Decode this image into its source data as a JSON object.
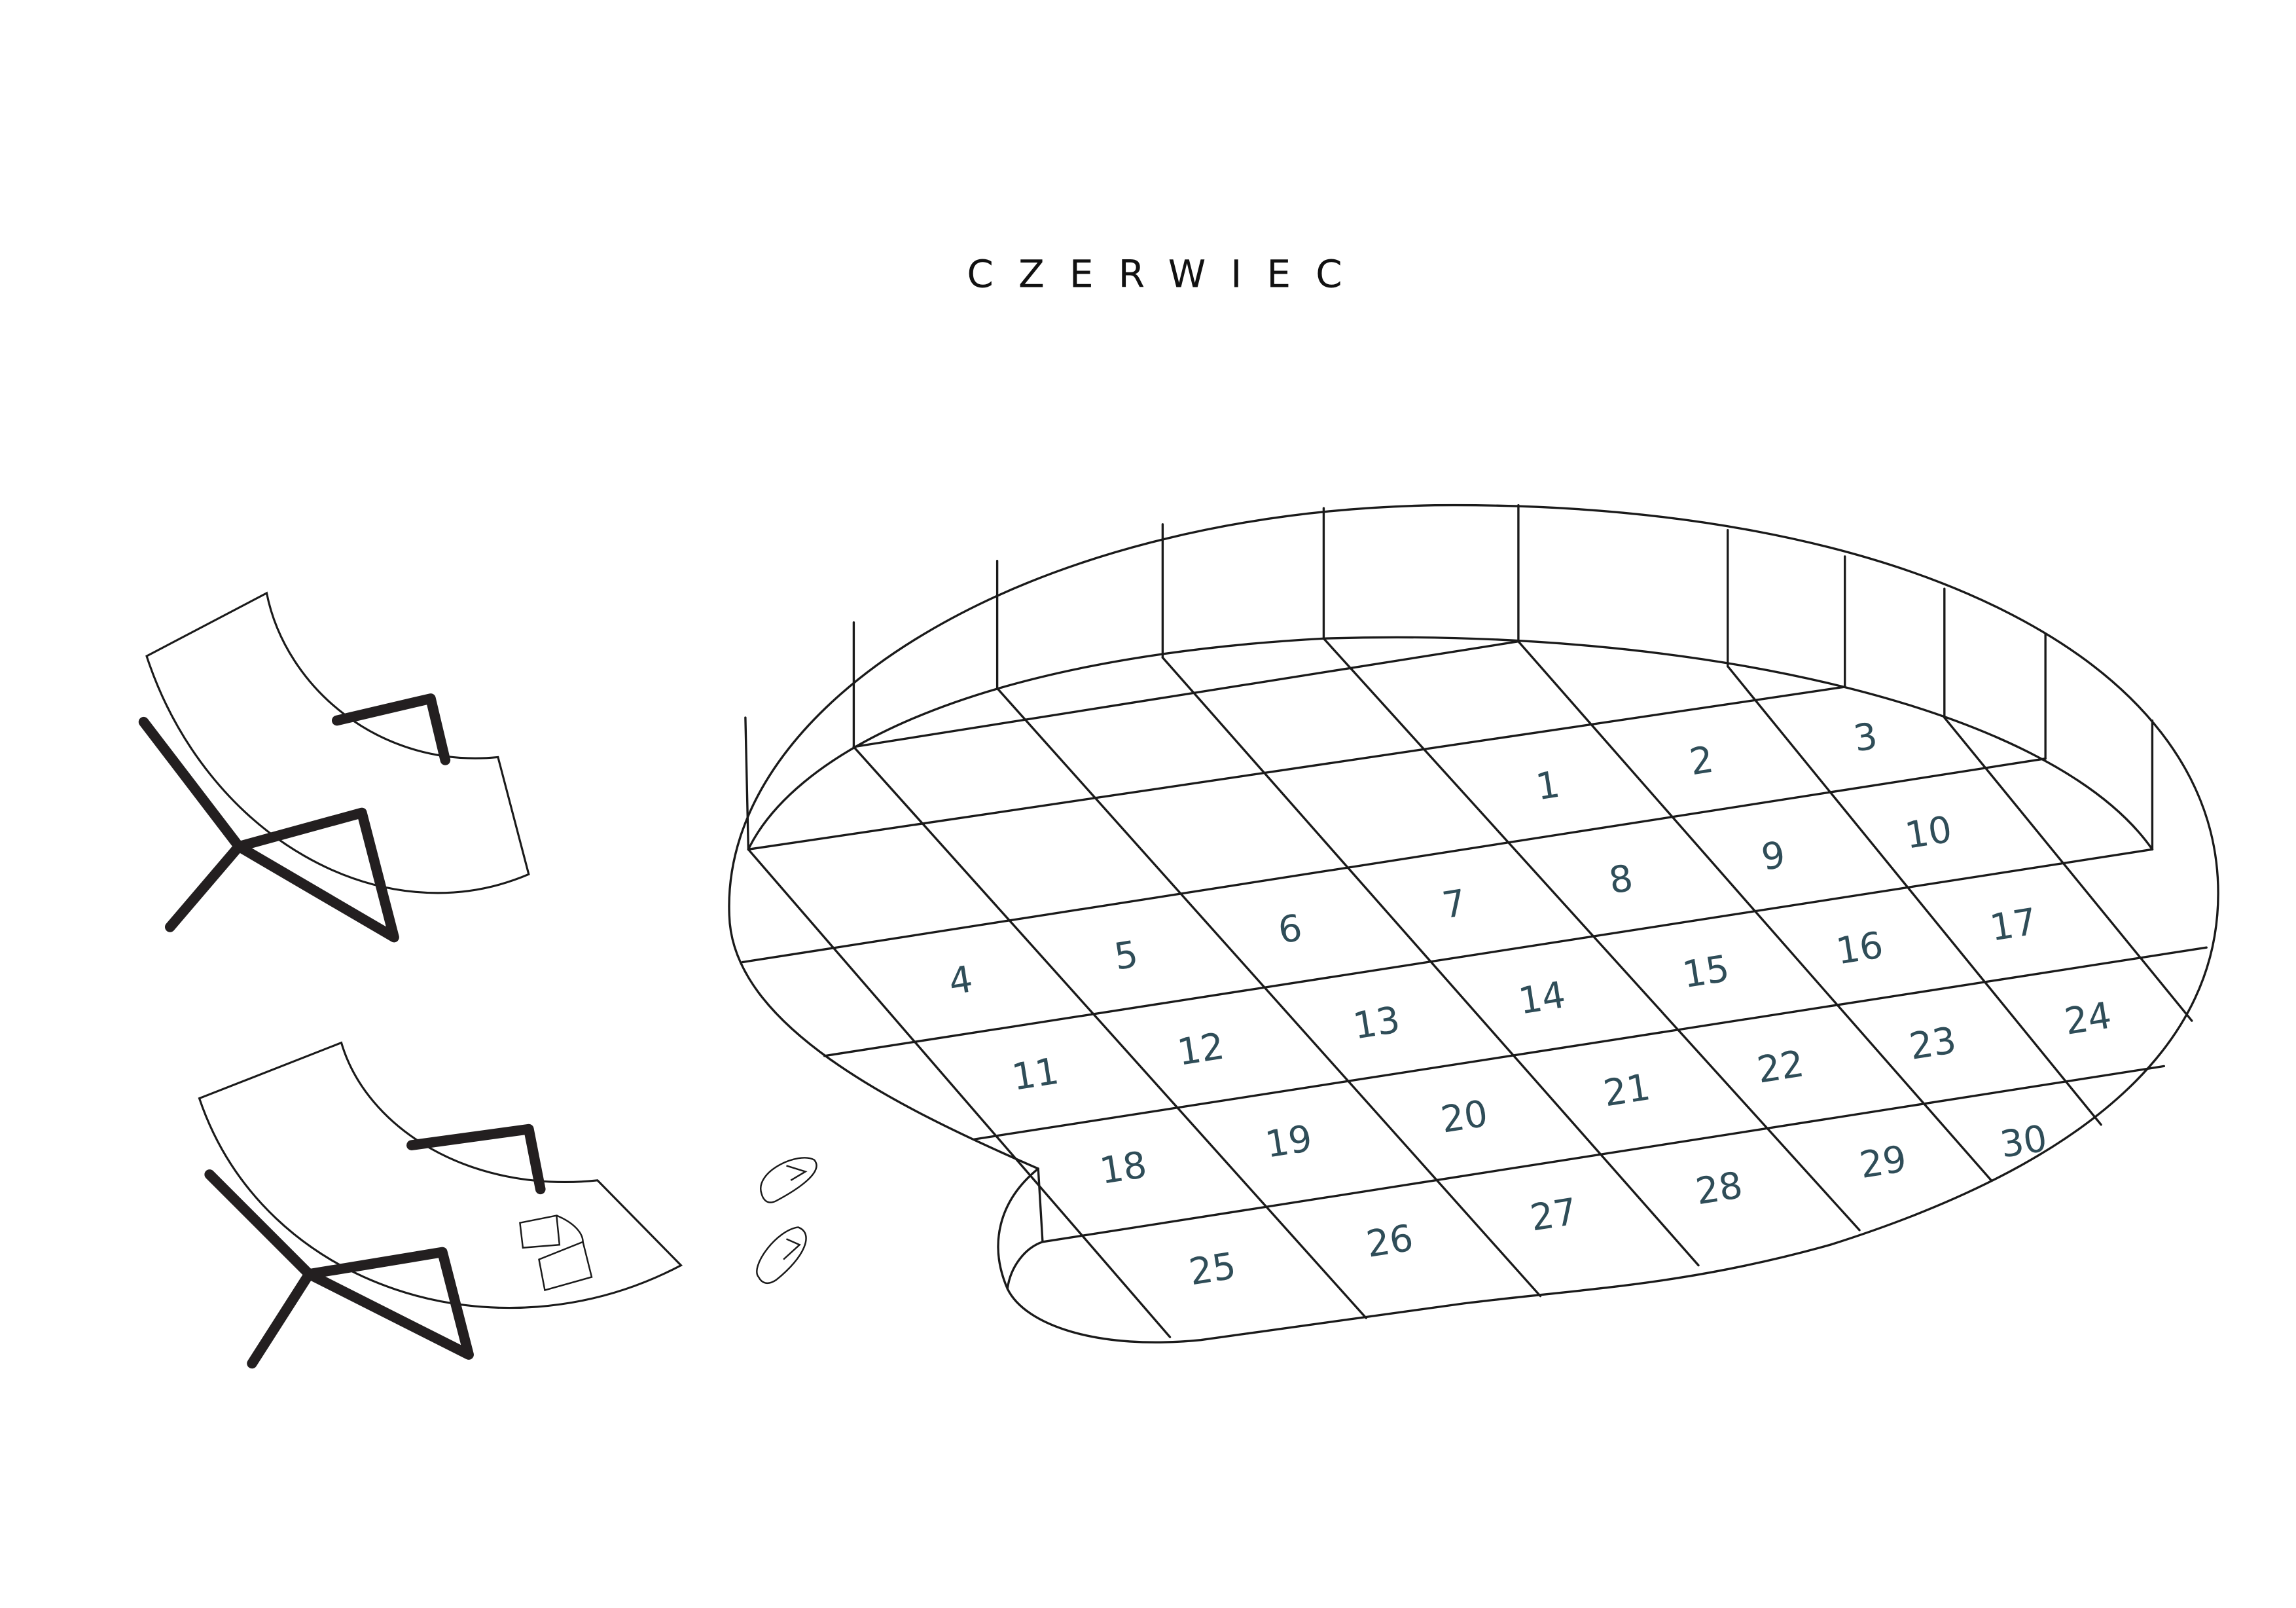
{
  "title": "CZERWIEC",
  "days": [
    "1",
    "2",
    "3",
    "4",
    "5",
    "6",
    "7",
    "8",
    "9",
    "10",
    "11",
    "12",
    "13",
    "14",
    "15",
    "16",
    "17",
    "18",
    "19",
    "20",
    "21",
    "22",
    "23",
    "24",
    "25",
    "26",
    "27",
    "28",
    "29",
    "30"
  ],
  "colors": {
    "line": "#1a1a1a",
    "day_number": "#2f4d58",
    "frame": "#231f20"
  }
}
